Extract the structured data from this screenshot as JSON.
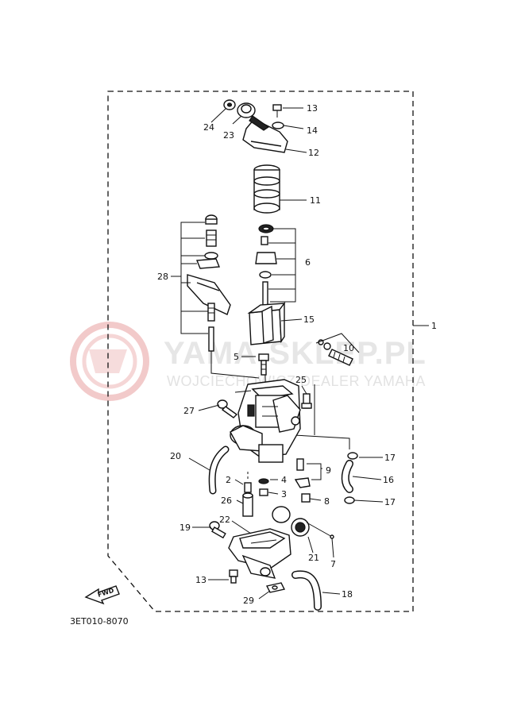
{
  "diagram": {
    "drawing_code": "3ET010-8070",
    "direction_label": "FWD",
    "watermark": {
      "title": "YAMA-SKLEP.PL",
      "subtitle": "WOJCIECHOWICZ DEALER YAMAHA"
    },
    "callouts": {
      "c1": "1",
      "c2": "2",
      "c3": "3",
      "c4": "4",
      "c5": "5",
      "c6": "6",
      "c7": "7",
      "c8": "8",
      "c9": "9",
      "c10": "10",
      "c11": "11",
      "c12": "12",
      "c13a": "13",
      "c13b": "13",
      "c14": "14",
      "c15": "15",
      "c16": "16",
      "c17a": "17",
      "c17b": "17",
      "c18": "18",
      "c19": "19",
      "c20": "20",
      "c21": "21",
      "c22": "22",
      "c23": "23",
      "c24": "24",
      "c25": "25",
      "c26": "26",
      "c27": "27",
      "c28": "28",
      "c29": "29"
    },
    "colors": {
      "ink": "#111111",
      "watermark": "#f0c8c8"
    }
  }
}
